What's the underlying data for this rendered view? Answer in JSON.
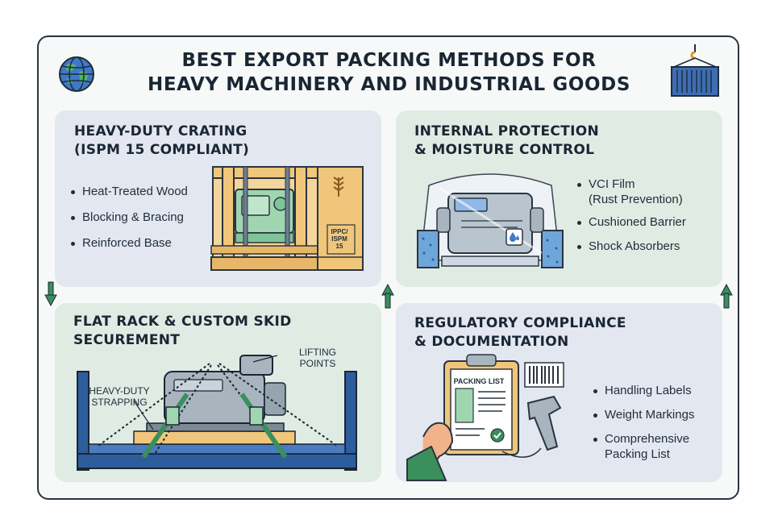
{
  "title": {
    "line1": "BEST EXPORT PACKING METHODS FOR",
    "line2": "HEAVY MACHINERY AND INDUSTRIAL GOODS"
  },
  "panels": [
    {
      "heading": [
        "HEAVY-DUTY CRATING",
        "(ISPM 15 COMPLIANT)"
      ],
      "bullets": [
        [
          "Heat-Treated Wood"
        ],
        [
          "Blocking & Bracing"
        ],
        [
          "Reinforced Base"
        ]
      ],
      "stamp": [
        "IPPC/",
        "ISPM",
        "15"
      ]
    },
    {
      "heading": [
        "INTERNAL PROTECTION",
        "& MOISTURE CONTROL"
      ],
      "bullets": [
        [
          "VCI Film",
          "(Rust Prevention)"
        ],
        [
          "Cushioned Barrier"
        ],
        [
          "Shock Absorbers"
        ]
      ]
    },
    {
      "heading": [
        "FLAT RACK & CUSTOM SKID",
        "SECUREMENT"
      ],
      "labels": {
        "lifting": [
          "LIFTING",
          "POINTS"
        ],
        "strapping": [
          "HEAVY-DUTY",
          "STRAPPING"
        ]
      }
    },
    {
      "heading": [
        "REGULATORY COMPLIANCE",
        "& DOCUMENTATION"
      ],
      "bullets": [
        [
          "Handling Labels"
        ],
        [
          "Weight Markings"
        ],
        [
          "Comprehensive",
          "Packing List"
        ]
      ],
      "doc_title": "PACKING LIST"
    }
  ],
  "colors": {
    "frame": "#2b3440",
    "panel_blue": "#e2e7f0",
    "panel_green": "#e0ebe4",
    "wood": "#f0c67a",
    "machine": "#a8b5bf",
    "machine_green": "#9fd6b0",
    "rack_blue": "#2e5d9e",
    "arrow_green": "#3a8f5c",
    "container_blue": "#3e6db3"
  },
  "icons": [
    "globe-icon",
    "container-icon",
    "arrow-down-icon",
    "arrow-up-icon",
    "water-drop-icon",
    "barcode-icon",
    "check-icon",
    "wheat-icon",
    "barcode-scanner-icon"
  ]
}
